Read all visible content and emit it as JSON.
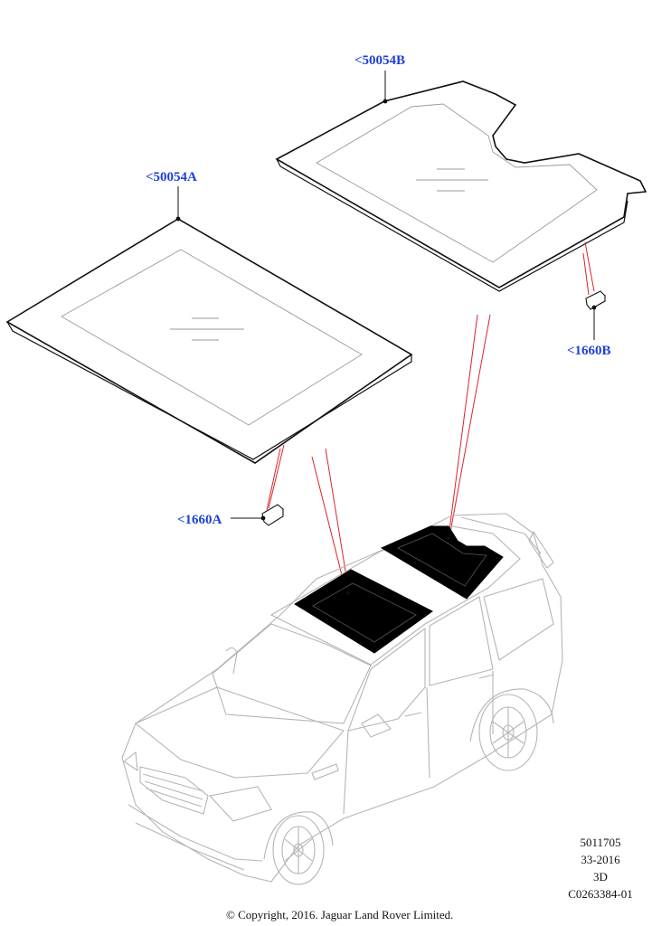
{
  "callouts": {
    "panel_rear": "<50054B",
    "panel_front": "<50054A",
    "clip_rear": "<1660B",
    "clip_front": "<1660A"
  },
  "reference": {
    "line1": "5011705",
    "line2": "33-2016",
    "line3": "3D",
    "line4": "C0263384-01"
  },
  "copyright": "© Copyright, 2016. Jaguar Land Rover Limited.",
  "colors": {
    "callout_text": "#1f3fd8",
    "leader_red": "#d9252a",
    "outline": "#111111",
    "vehicle_line": "#b5b5b5",
    "glass_fill": "#000000"
  }
}
